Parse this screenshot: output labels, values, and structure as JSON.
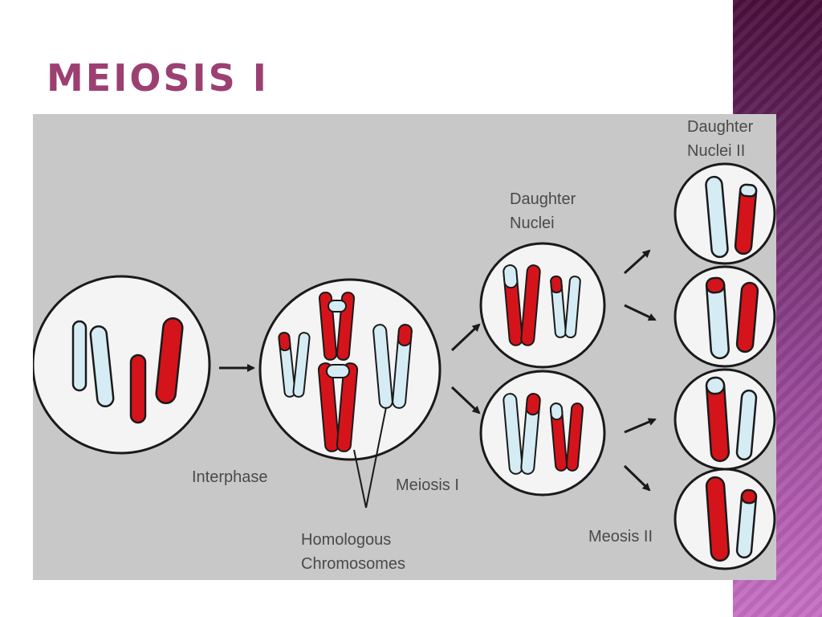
{
  "slide": {
    "title": "MEIOSIS I"
  },
  "diagram": {
    "labels": {
      "interphase": "Interphase",
      "meiosis_1": "Meiosis I",
      "homologous_line1": "Homologous",
      "homologous_line2": "Chromosomes",
      "daughter_nuclei_line1": "Daughter",
      "daughter_nuclei_line2": "Nuclei",
      "daughter_nuclei_2_line1": "Daughter",
      "daughter_nuclei_2_line2": "Nuclei II",
      "meiosis_2": "Meosis II"
    },
    "colors": {
      "background": "#c8c8c8",
      "cell_fill": "#f4f4f4",
      "outline": "#1a1a1a",
      "red_chromosome": "#d4141a",
      "blue_chromosome": "#d6ecf5",
      "title": "#9c3f73"
    }
  }
}
